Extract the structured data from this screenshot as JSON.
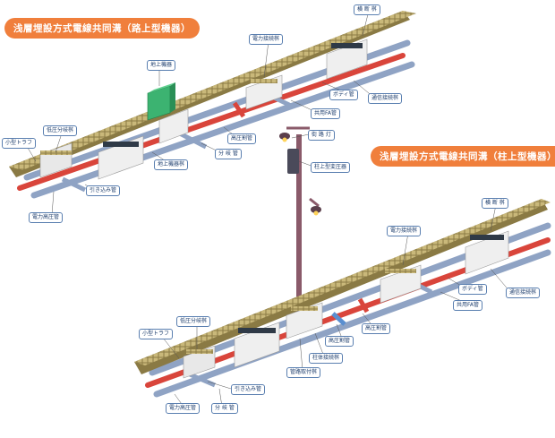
{
  "titles": {
    "top": "浅層埋設方式電線共同溝（路上型機器）",
    "bottom": "浅層埋設方式電線共同溝（柱上型機器）"
  },
  "top_labels": {
    "cross_box": "横 断 桝",
    "power_box": "電力接続桝",
    "ground_equipment": "地上機器",
    "body_pipe": "ボディ管",
    "comm_box": "通信接続桝",
    "shared_fa": "共用FA管",
    "hv_pipe_right": "高圧割管",
    "branch_pipe": "分 岐 管",
    "ground_equipment_box": "地上機器桝",
    "lv_branch_box": "低圧分岐桝",
    "small_trough": "小型トラフ",
    "service_pipe": "引き込み管",
    "power_hv_pipe": "電力高圧管"
  },
  "pole_labels": {
    "street_light": "街 路 灯",
    "pole_transformer": "柱上型変圧器"
  },
  "bottom_labels": {
    "cross_box": "横 断 桝",
    "power_box": "電力接続桝",
    "body_pipe": "ボディ管",
    "comm_box": "通信接続桝",
    "shared_fa": "共用FA管",
    "hv_pipe_right": "高圧割管",
    "hv_pipe_left": "高圧割管",
    "pole_box": "柱体接続桝",
    "conduit_box": "管路取付桝",
    "lv_branch_box": "低圧分岐桝",
    "small_trough": "小型トラフ",
    "service_pipe": "引き込み管",
    "power_hv_pipe": "電力高圧管",
    "branch_pipe": "分 岐 管"
  },
  "colors": {
    "badge": "#f07f3c",
    "trough": "#c9b87a",
    "trough_dark": "#8a7a44",
    "pipe_gray": "#8fa3c4",
    "pipe_red": "#d9453b",
    "box": "#f1f1f1",
    "ground_equipment": "#3cb371",
    "pole": "#8a5a6a",
    "label_border": "#5a7fb0"
  }
}
